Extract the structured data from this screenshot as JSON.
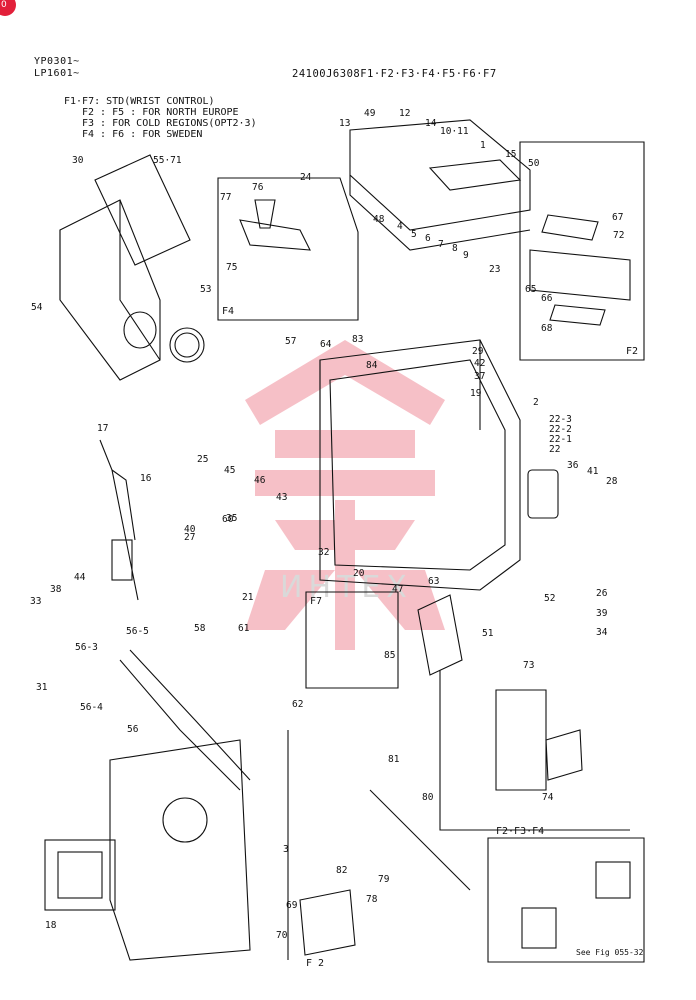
{
  "page_badge": "0",
  "serials": [
    "YP0301~",
    "LP1601~"
  ],
  "drawing_number": "24100J6308F1·F2·F3·F4·F5·F6·F7",
  "notes": [
    "F1·F7: STD(WRIST CONTROL)",
    "F2 : F5 : FOR NORTH EUROPE",
    "F3 : FOR COLD REGIONS(OPT2·3)",
    "F4 : F6 : FOR SWEDEN"
  ],
  "frame_labels": [
    "F4",
    "F2",
    "F7",
    "F2·F3·F4",
    "F 2"
  ],
  "see_ref": "See Fig 055-32",
  "watermark_text": "ИНТЕХ",
  "colors": {
    "watermark": "#e2203a",
    "ink": "#111111"
  },
  "part_labels": [
    "1",
    "2",
    "3",
    "4",
    "5",
    "6",
    "7",
    "8",
    "9",
    "10·11",
    "12",
    "13",
    "14",
    "15",
    "16",
    "17",
    "18",
    "19",
    "20",
    "21",
    "22",
    "22-1",
    "22-2",
    "22-3",
    "23",
    "24",
    "25",
    "26",
    "27",
    "28",
    "29",
    "30",
    "31",
    "32",
    "33",
    "34",
    "35",
    "36",
    "37",
    "38",
    "39",
    "40",
    "41",
    "42",
    "43",
    "44",
    "45",
    "46",
    "47",
    "48",
    "49",
    "50",
    "51",
    "52",
    "53",
    "54",
    "55·71",
    "56",
    "56-3",
    "56-4",
    "56-5",
    "57",
    "58",
    "60",
    "61",
    "62",
    "63",
    "64",
    "65",
    "66",
    "67",
    "68",
    "69",
    "70",
    "72",
    "73",
    "74",
    "75",
    "76",
    "77",
    "78",
    "79",
    "80",
    "81",
    "82",
    "83",
    "84",
    "85"
  ]
}
